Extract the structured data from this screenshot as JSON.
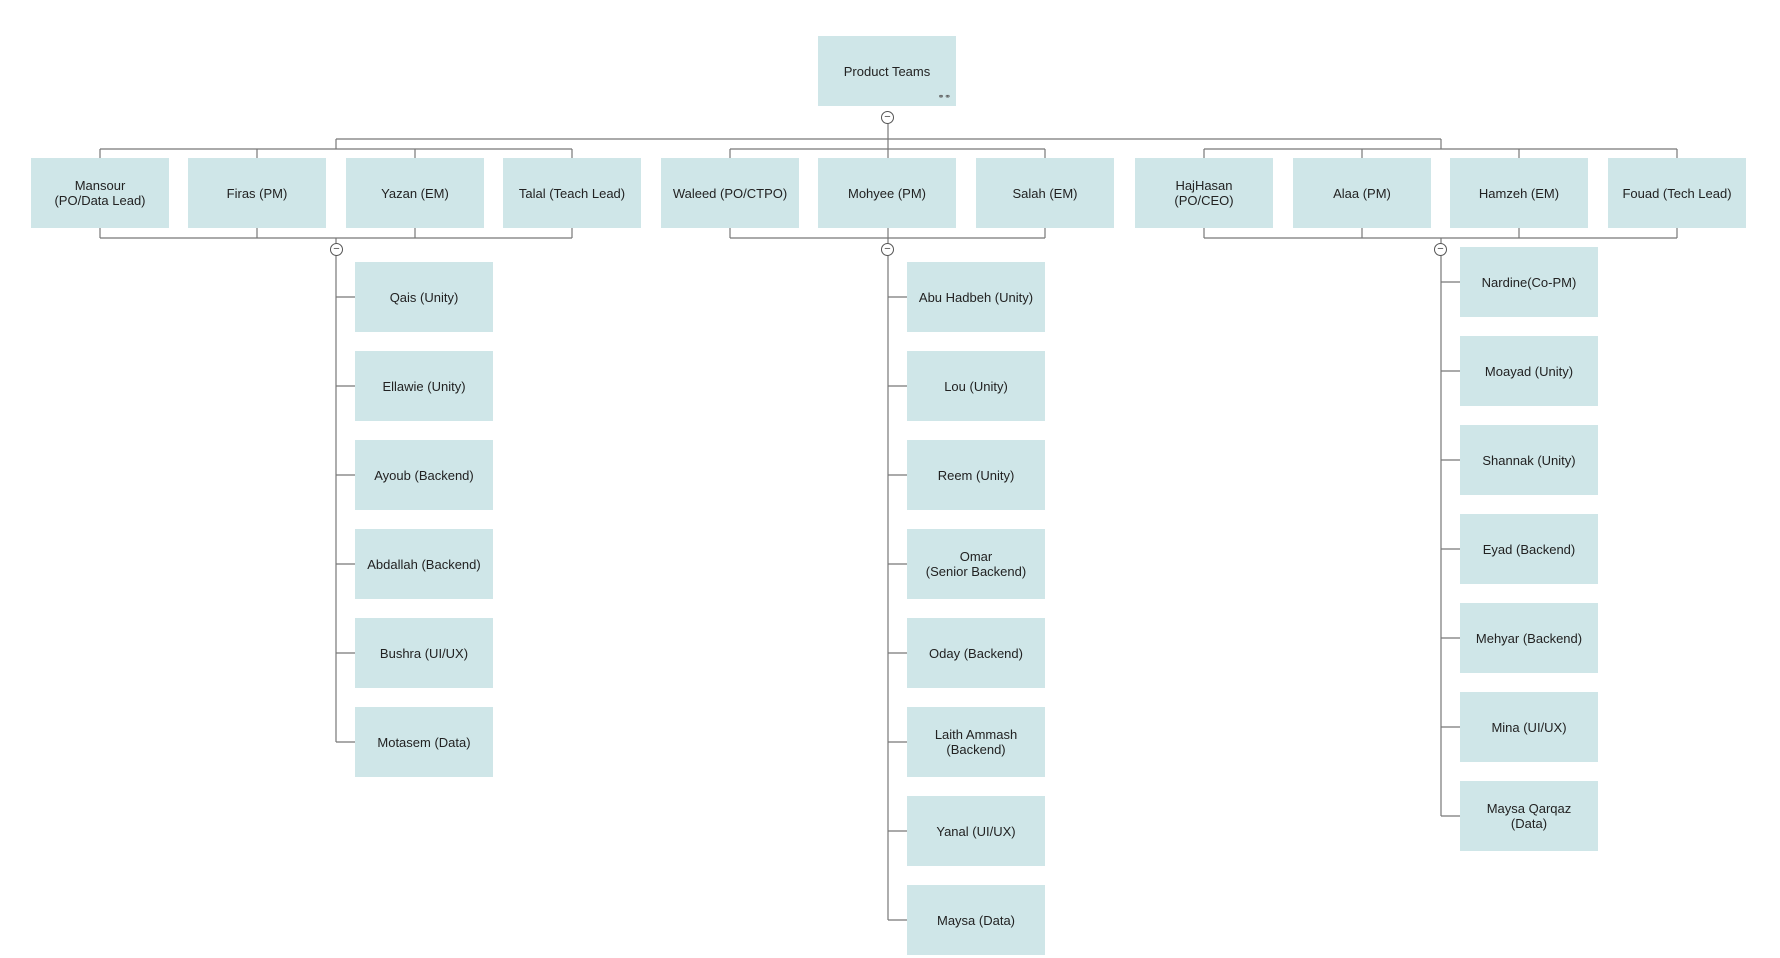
{
  "root": {
    "label": "Product Teams",
    "icon": "glasses-icon"
  },
  "groups": [
    {
      "leads": [
        "Mansour\n(PO/Data Lead)",
        "Firas (PM)",
        "Yazan (EM)",
        "Talal (Teach Lead)"
      ],
      "members": [
        "Qais (Unity)",
        "Ellawie (Unity)",
        "Ayoub (Backend)",
        "Abdallah (Backend)",
        "Bushra (UI/UX)",
        "Motasem (Data)"
      ]
    },
    {
      "leads": [
        "Waleed (PO/CTPO)",
        "Mohyee (PM)",
        "Salah (EM)"
      ],
      "members": [
        "Abu Hadbeh (Unity)",
        "Lou (Unity)",
        "Reem (Unity)",
        "Omar\n(Senior Backend)",
        "Oday (Backend)",
        "Laith Ammash\n(Backend)",
        "Yanal (UI/UX)",
        "Maysa (Data)"
      ]
    },
    {
      "leads": [
        "HajHasan\n(PO/CEO)",
        "Alaa (PM)",
        "Hamzeh (EM)",
        "Fouad (Tech Lead)"
      ],
      "members": [
        "Nardine(Co-PM)",
        "Moayad (Unity)",
        "Shannak (Unity)",
        "Eyad (Backend)",
        "Mehyar (Backend)",
        "Mina (UI/UX)",
        "Maysa Qarqaz\n(Data)"
      ]
    }
  ],
  "colors": {
    "node_fill": "#cfe6e8",
    "connector": "#777777"
  }
}
